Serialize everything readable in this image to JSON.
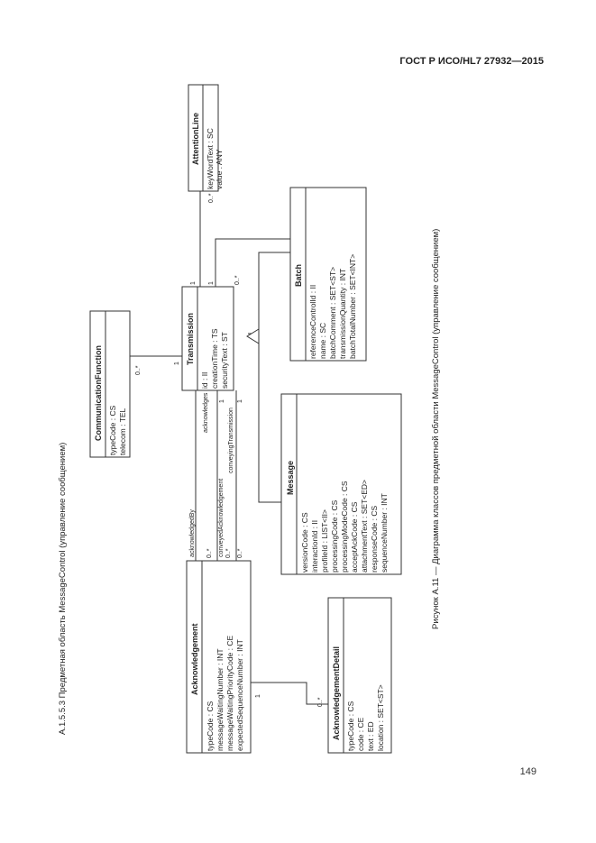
{
  "header": {
    "standard": "ГОСТ Р ИСО/HL7 27932—2015"
  },
  "section_title": "А.1.5.5.3 Предметная область MessageControl (управление сообщением)",
  "figure_caption": "Рисунок А.11 — Диаграмма классов предметной области MessageControl (управление сообщением)",
  "page_number": "149",
  "classes": {
    "communication_function": {
      "name": "CommunicationFunction",
      "attrs": [
        "typeCode : CS",
        "telecom : TEL"
      ]
    },
    "transmission": {
      "name": "Transmission",
      "attrs": [
        "id : II",
        "creationTime : TS",
        "securityText : ST"
      ]
    },
    "attention_line": {
      "name": "AttentionLine",
      "attrs": [
        "keyWordText : SC",
        "value : ANY"
      ]
    },
    "batch": {
      "name": "Batch",
      "attrs": [
        "referenceControlId : II",
        "name : SC",
        "batchComment : SET<ST>",
        "transmissionQuantity : INT",
        "batchTotalNumber : SET<INT>"
      ]
    },
    "message": {
      "name": "Message",
      "attrs": [
        "versionCode : CS",
        "interactionId : II",
        "profileId : LIST<II>",
        "processingCode : CS",
        "processingModeCode : CS",
        "acceptAckCode : CS",
        "attachmentText : SET<ED>",
        "responseCode : CS",
        "sequenceNumber : INT"
      ]
    },
    "acknowledgement": {
      "name": "Acknowledgement",
      "attrs": [
        "typeCode : CS",
        "messageWaitingNumber : INT",
        "messageWaitingPriorityCode : CE",
        "expectedSequenceNumber : INT"
      ]
    },
    "acknowledgement_detail": {
      "name": "AcknowledgementDetail",
      "attrs": [
        "typeCode : CS",
        "code : CE",
        "text : ED",
        "location : SET<ST>"
      ]
    }
  },
  "associations": {
    "cf_mult": "0..*",
    "tr_cf_mult": "1",
    "al_mult": "0..*",
    "tr_al_mult": "1",
    "batch_mult": "0..*",
    "tr_batch_mult": "1",
    "ack_roles": [
      "acknowledgedBy",
      "acknowledges",
      "conveyedAcknowledgement",
      "conveyingTransmission"
    ],
    "ack_mults": [
      "0..*",
      "1",
      "0..*",
      "1",
      "0..*"
    ],
    "ack_detail_mults": [
      "1",
      "0..*"
    ]
  }
}
